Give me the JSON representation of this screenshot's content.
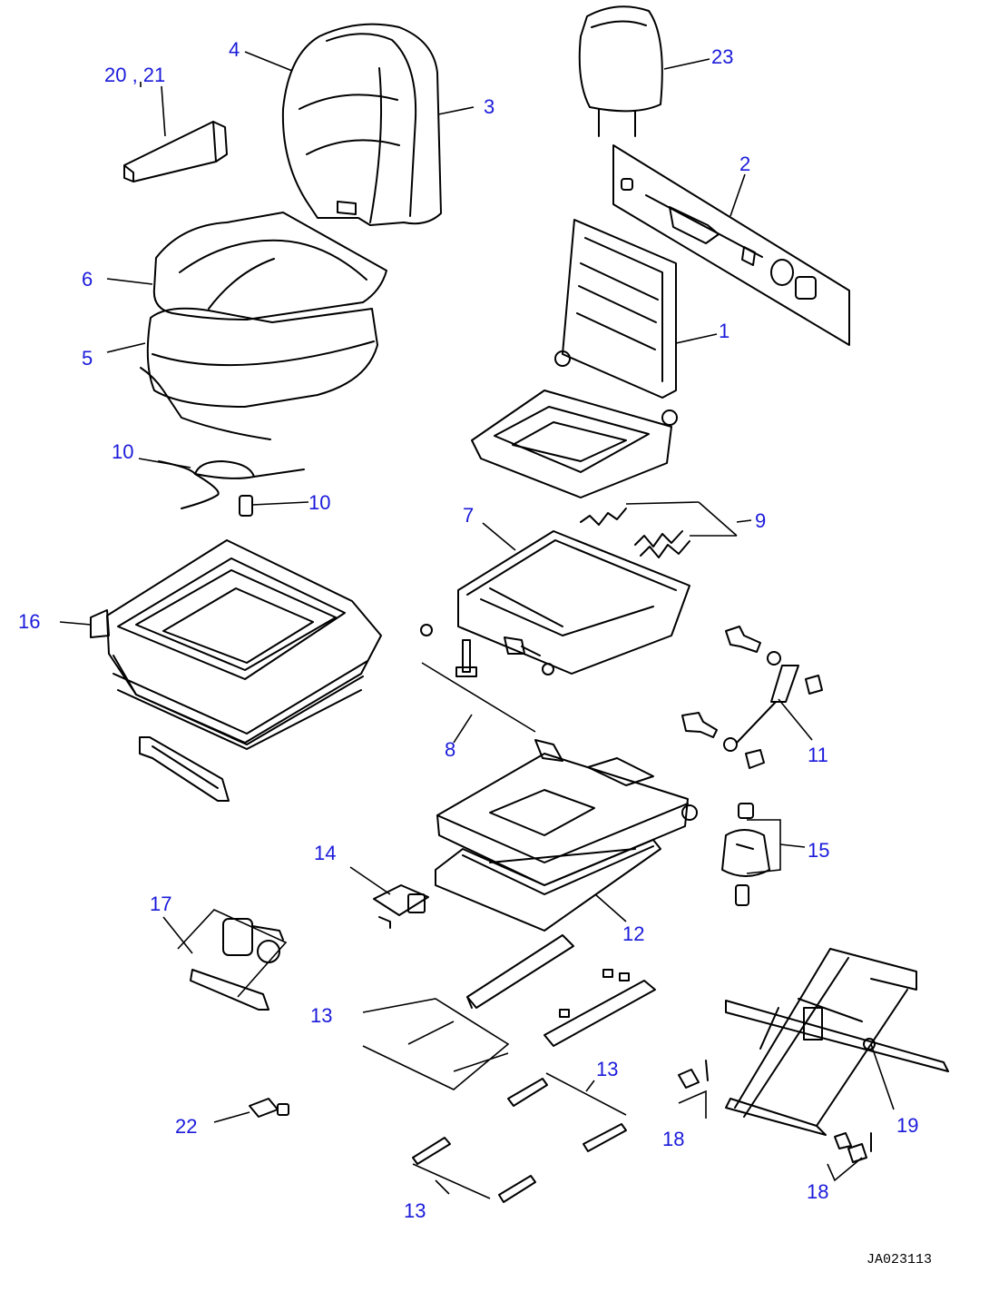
{
  "diagram": {
    "callouts": {
      "c1": "1",
      "c2": "2",
      "c3": "3",
      "c4": "4",
      "c5": "5",
      "c6": "6",
      "c7": "7",
      "c8": "8",
      "c9": "9",
      "c10a": "10",
      "c10b": "10",
      "c11": "11",
      "c12": "12",
      "c13a": "13",
      "c13b": "13",
      "c13c": "13",
      "c14": "14",
      "c15": "15",
      "c16": "16",
      "c17": "17",
      "c18a": "18",
      "c18b": "18",
      "c19": "19",
      "c20_21": "20 , 21",
      "c22": "22",
      "c23": "23"
    },
    "drawing_code": "JA023113",
    "colors": {
      "callout": "#1a1adb",
      "line": "#000000",
      "background": "#ffffff"
    }
  }
}
